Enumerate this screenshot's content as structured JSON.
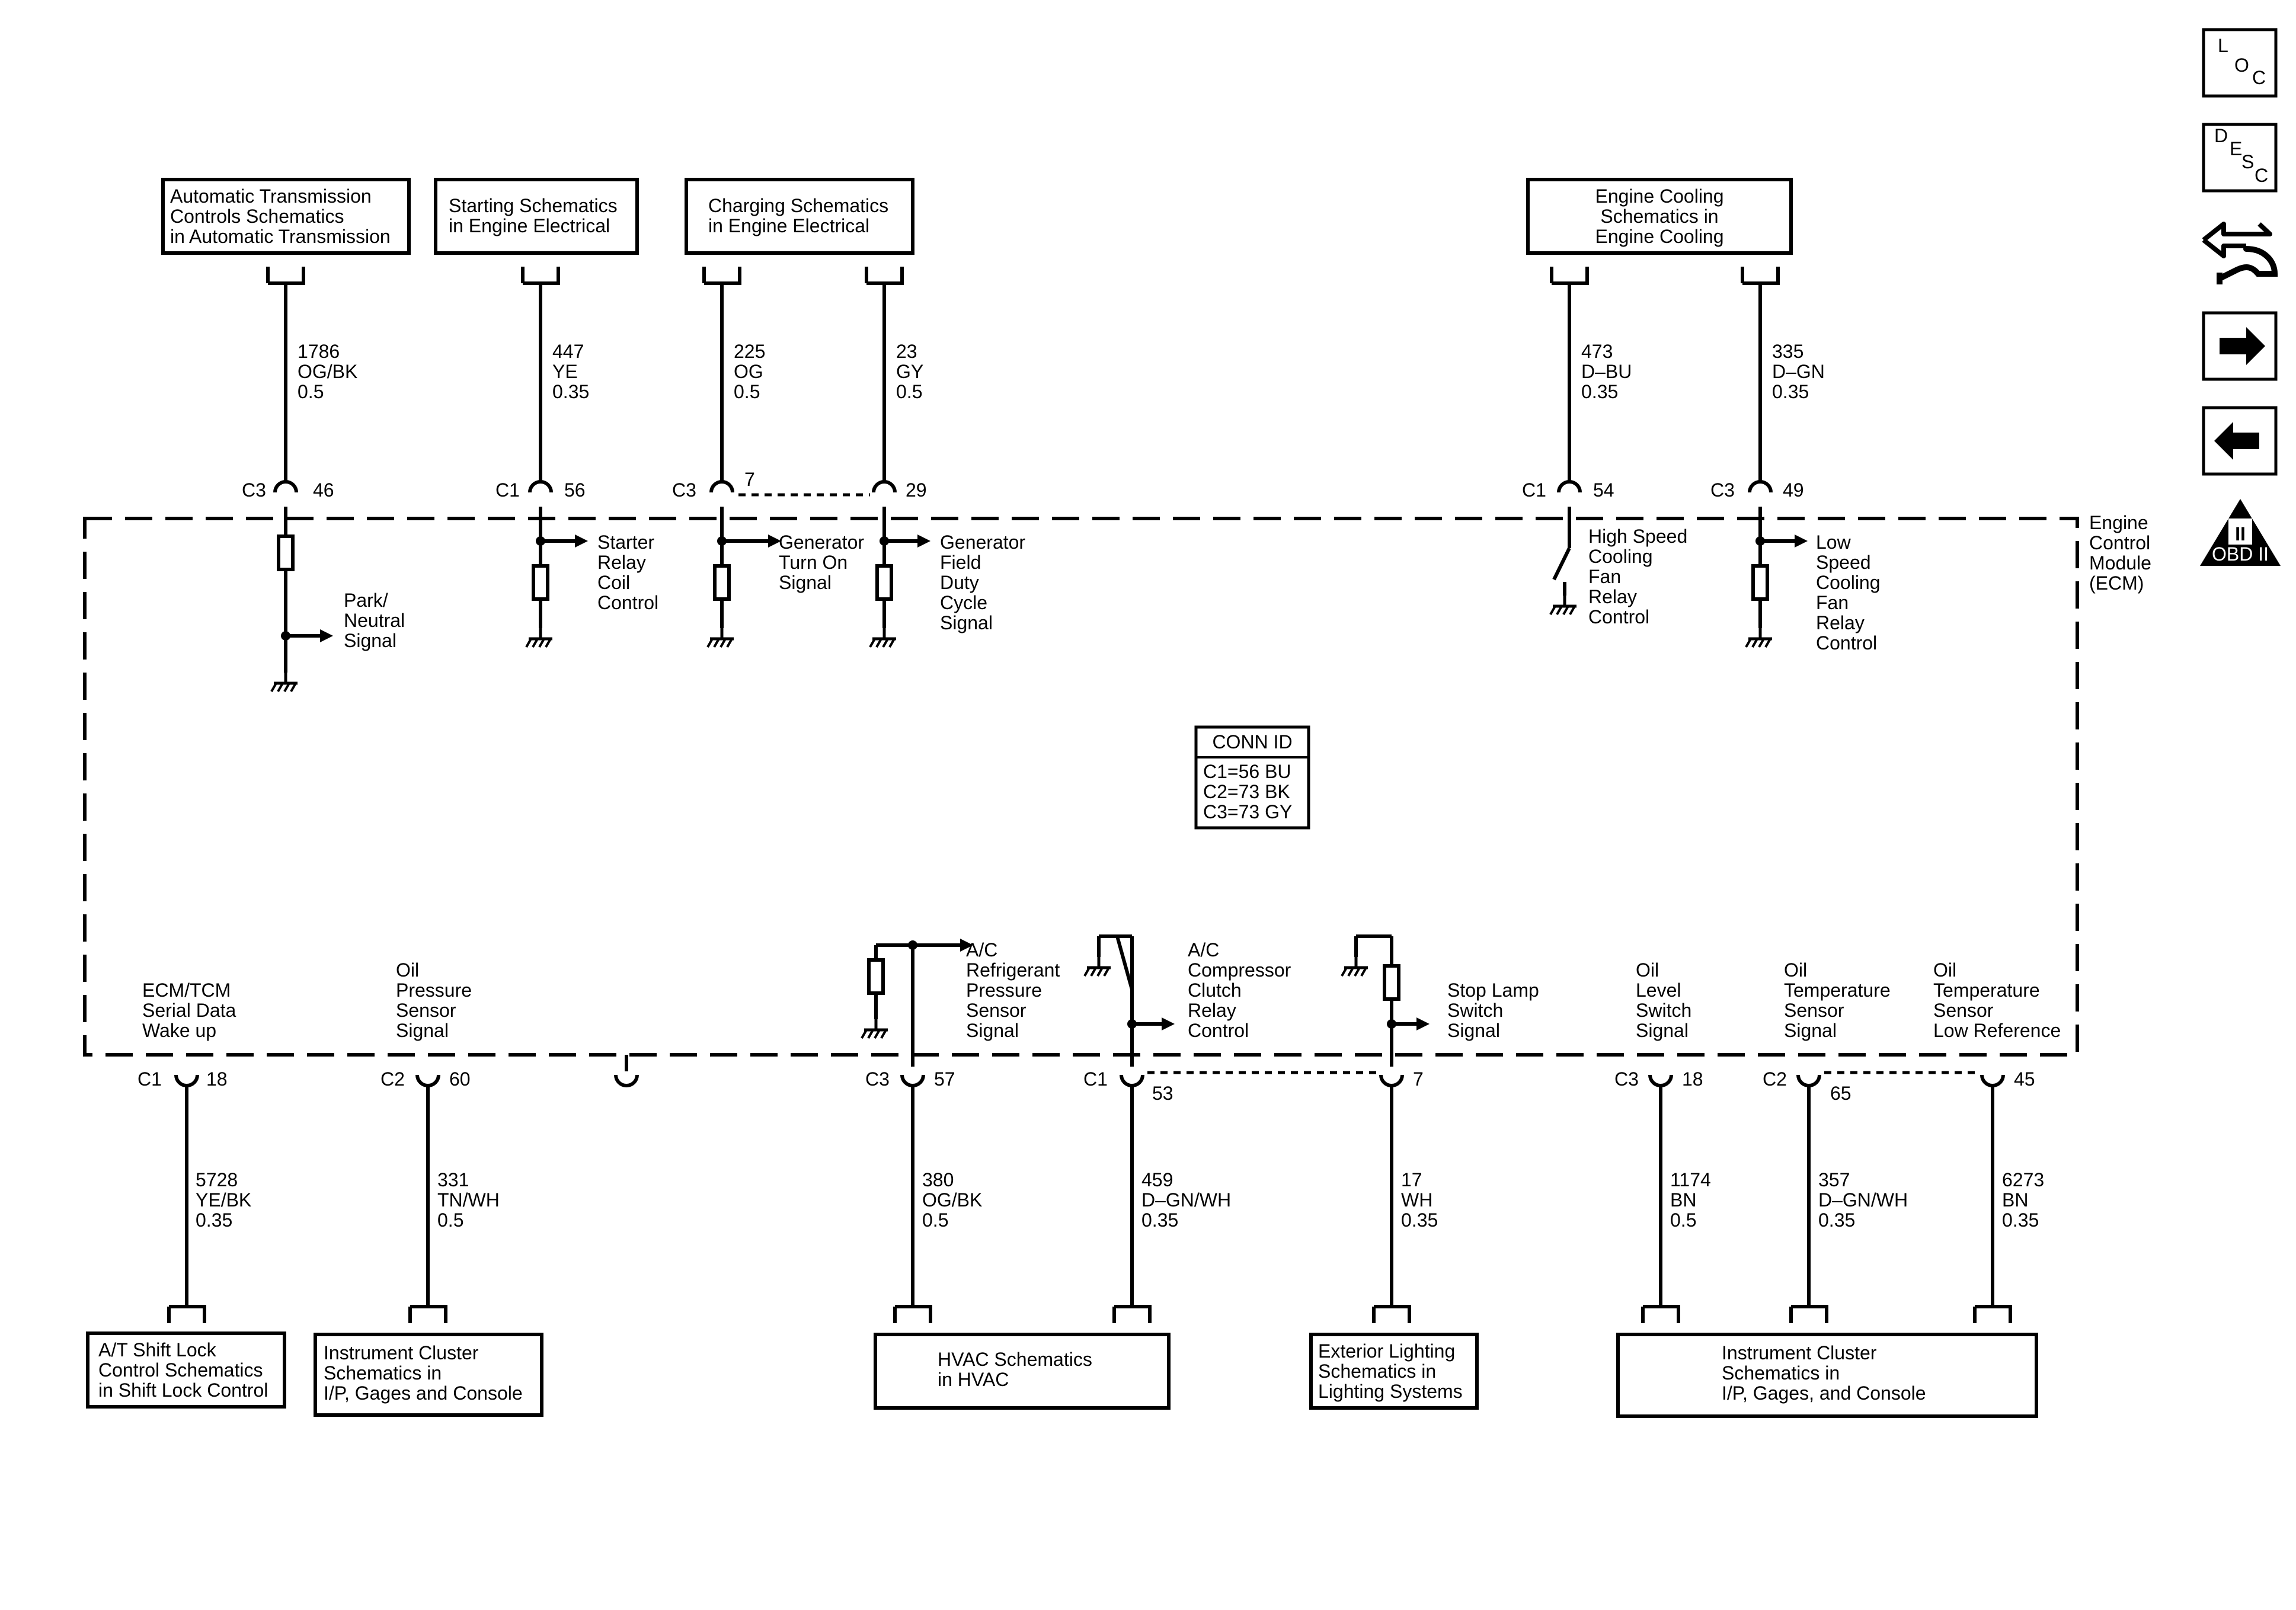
{
  "module": {
    "lines": [
      "Engine",
      "Control",
      "Module",
      "(ECM)"
    ]
  },
  "conn_id": {
    "title": "CONN ID",
    "lines": [
      "C1=56 BU",
      "C2=73 BK",
      "C3=73 GY"
    ]
  },
  "nav": {
    "loc": [
      "L",
      "O",
      "C"
    ],
    "desc": [
      "D",
      "E",
      "S",
      "C"
    ],
    "obd": [
      "II",
      "OBD II"
    ]
  },
  "top_boxes": {
    "auto_trans": [
      "Automatic Transmission",
      "Controls Schematics",
      "in Automatic Transmission"
    ],
    "starting": [
      "Starting Schematics",
      "in Engine Electrical"
    ],
    "charging": [
      "Charging Schematics",
      "in Engine Electrical"
    ],
    "cooling": [
      "Engine Cooling",
      "Schematics in",
      "Engine Cooling"
    ]
  },
  "bottom_boxes": {
    "shift_lock": [
      "A/T Shift Lock",
      "Control Schematics",
      "in Shift Lock Control"
    ],
    "ipc_left": [
      "Instrument Cluster",
      "Schematics in",
      "I/P, Gages and Console"
    ],
    "hvac": [
      "HVAC Schematics",
      "in HVAC"
    ],
    "ext_light": [
      "Exterior Lighting",
      "Schematics in",
      "Lighting Systems"
    ],
    "ipc_right": [
      "Instrument Cluster",
      "Schematics in",
      "I/P, Gages, and Console"
    ]
  },
  "top_circuits": {
    "c1786": [
      "1786",
      "OG/BK",
      "0.5"
    ],
    "c447": [
      "447",
      "YE",
      "0.35"
    ],
    "c225": [
      "225",
      "OG",
      "0.5"
    ],
    "c23": [
      "23",
      "GY",
      "0.5"
    ],
    "c473": [
      "473",
      "D–BU",
      "0.35"
    ],
    "c335": [
      "335",
      "D–GN",
      "0.35"
    ]
  },
  "bottom_circuits": {
    "c5728": [
      "5728",
      "YE/BK",
      "0.35"
    ],
    "c331": [
      "331",
      "TN/WH",
      "0.5"
    ],
    "c380": [
      "380",
      "OG/BK",
      "0.5"
    ],
    "c459": [
      "459",
      "D–GN/WH",
      "0.35"
    ],
    "c17": [
      "17",
      "WH",
      "0.35"
    ],
    "c1174": [
      "1174",
      "BN",
      "0.5"
    ],
    "c357": [
      "357",
      "D–GN/WH",
      "0.35"
    ],
    "c6273": [
      "6273",
      "BN",
      "0.35"
    ]
  },
  "top_pins": {
    "p46": {
      "conn": "C3",
      "pin": "46"
    },
    "p56": {
      "conn": "C1",
      "pin": "56"
    },
    "p7": {
      "conn": "C3",
      "pin": "7"
    },
    "p29": {
      "pin": "29"
    },
    "p54": {
      "conn": "C1",
      "pin": "54"
    },
    "p49": {
      "conn": "C3",
      "pin": "49"
    }
  },
  "bottom_pins": {
    "p18a": {
      "conn": "C1",
      "pin": "18"
    },
    "p60": {
      "conn": "C2",
      "pin": "60"
    },
    "p57": {
      "conn": "C3",
      "pin": "57"
    },
    "p53": {
      "conn": "C1",
      "pin": "53"
    },
    "p7b": {
      "pin": "7"
    },
    "p18b": {
      "conn": "C3",
      "pin": "18"
    },
    "p65": {
      "conn": "C2",
      "pin": "65"
    },
    "p45": {
      "pin": "45"
    }
  },
  "top_signals": {
    "park": [
      "Park/",
      "Neutral",
      "Signal"
    ],
    "starter": [
      "Starter",
      "Relay",
      "Coil",
      "Control"
    ],
    "gen_turn_on": [
      "Generator",
      "Turn On",
      "Signal"
    ],
    "gen_field": [
      "Generator",
      "Field",
      "Duty",
      "Cycle",
      "Signal"
    ],
    "high_fan": [
      "High Speed",
      "Cooling",
      "Fan",
      "Relay",
      "Control"
    ],
    "low_fan": [
      "Low",
      "Speed",
      "Cooling",
      "Fan",
      "Relay",
      "Control"
    ]
  },
  "bottom_signals": {
    "serial": [
      "ECM/TCM",
      "Serial Data",
      "Wake up"
    ],
    "oil_press": [
      "Oil",
      "Pressure",
      "Sensor",
      "Signal"
    ],
    "ac_press": [
      "A/C",
      "Refrigerant",
      "Pressure",
      "Sensor",
      "Signal"
    ],
    "ac_clutch": [
      "A/C",
      "Compressor",
      "Clutch",
      "Relay",
      "Control"
    ],
    "stop_lamp": [
      "Stop Lamp",
      "Switch",
      "Signal"
    ],
    "oil_level": [
      "Oil",
      "Level",
      "Switch",
      "Signal"
    ],
    "oil_temp": [
      "Oil",
      "Temperature",
      "Sensor",
      "Signal"
    ],
    "oil_temp_ref": [
      "Oil",
      "Temperature",
      "Sensor",
      "Low Reference"
    ]
  }
}
